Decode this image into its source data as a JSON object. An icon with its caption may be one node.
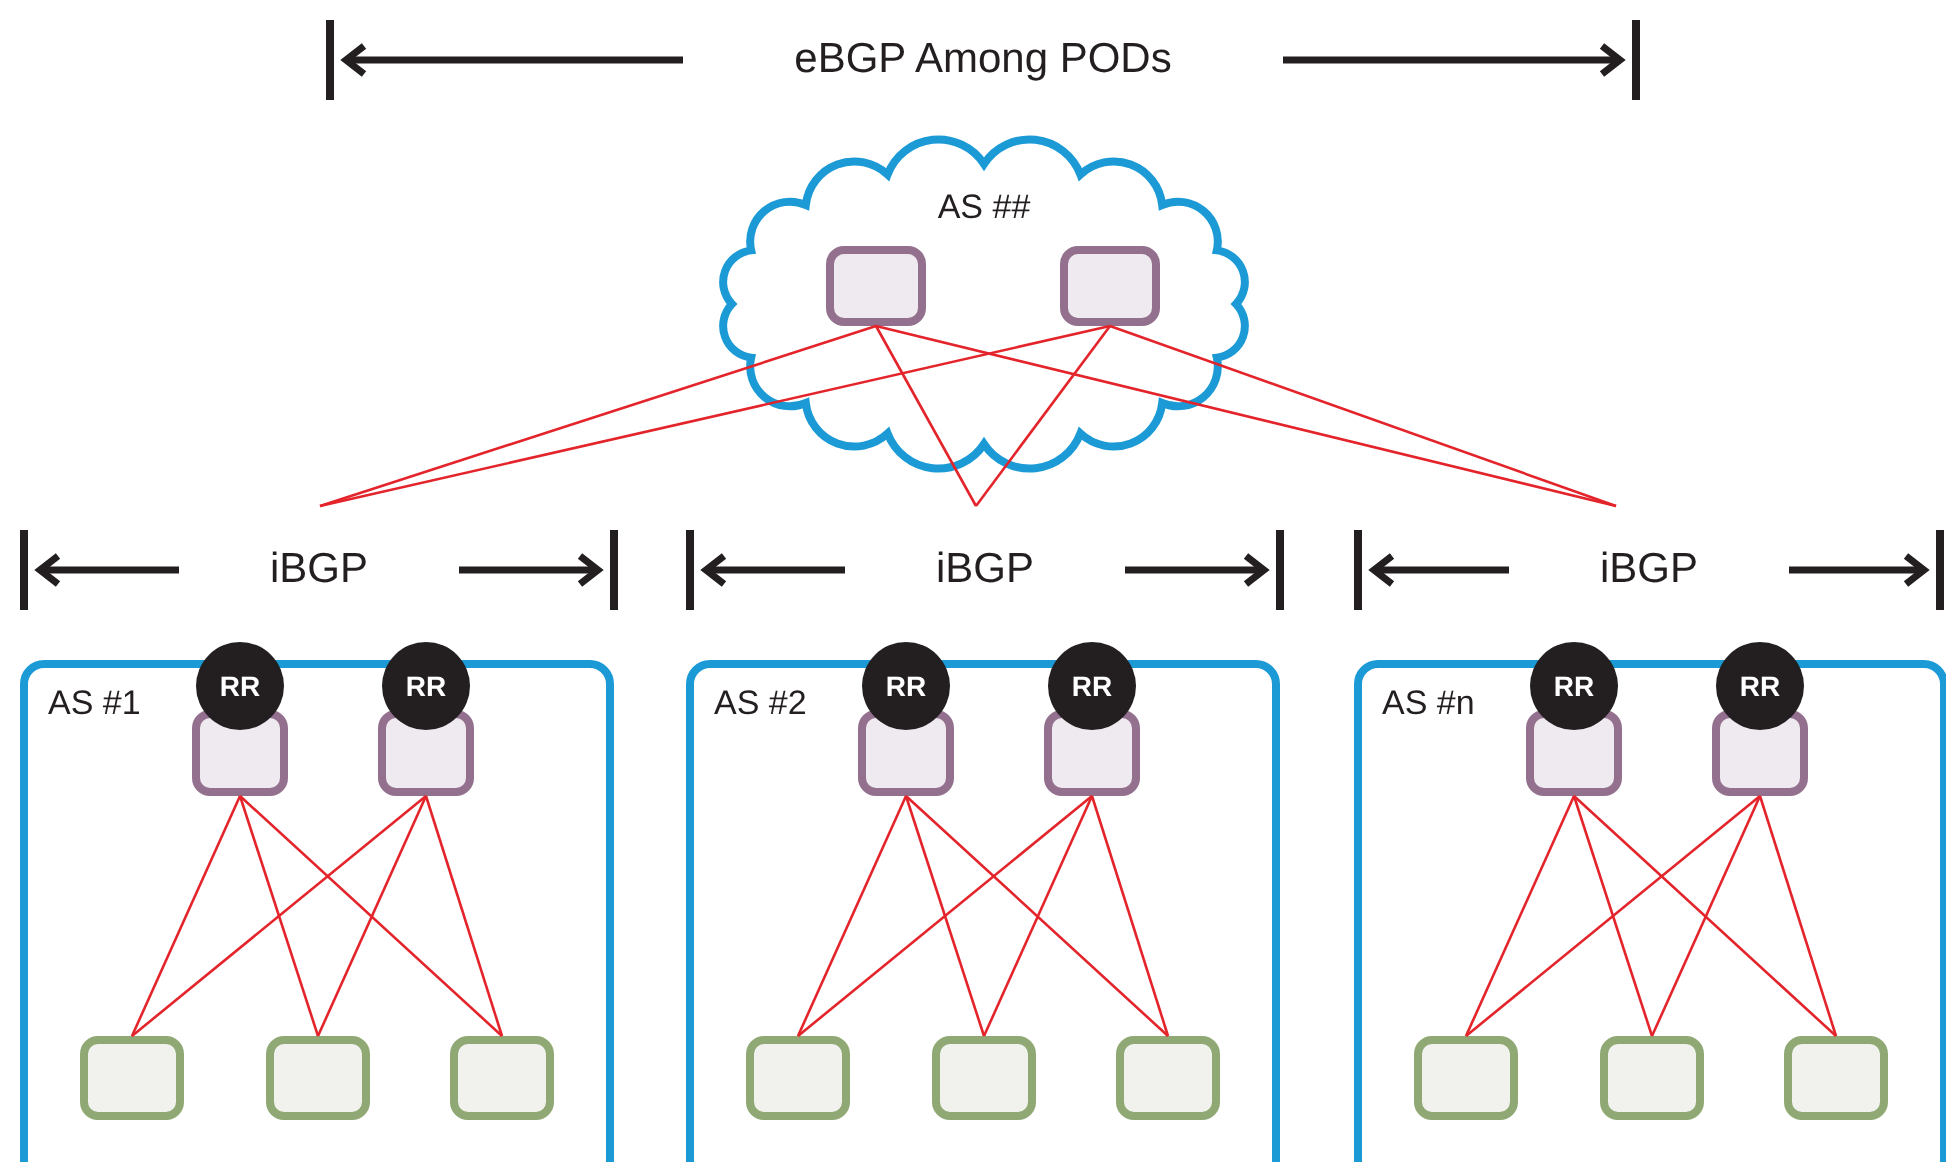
{
  "diagram": {
    "nodes": [
      {
        "text": [
          "AS ##"
        ]
      },
      {
        "text": [],
        "shape": "box",
        "in": 0
      },
      {
        "text": [],
        "shape": "box",
        "in": 0
      },
      {
        "text": [
          "AS #1"
        ]
      },
      {
        "text": [
          "RR"
        ],
        "in": 3
      },
      {
        "text": [
          "RR"
        ],
        "in": 3
      },
      {
        "text": [],
        "shape": "box",
        "in": 3
      },
      {
        "text": [],
        "shape": "box",
        "in": 3
      },
      {
        "text": [],
        "shape": "box",
        "in": 3
      },
      {
        "text": [],
        "shape": "box",
        "in": 3
      },
      {
        "text": [],
        "shape": "box",
        "in": 3
      },
      {
        "text": [
          "AS #2"
        ]
      },
      {
        "text": [
          "RR"
        ],
        "in": 11
      },
      {
        "text": [
          "RR"
        ],
        "in": 11
      },
      {
        "text": [],
        "shape": "box",
        "in": 11
      },
      {
        "text": [],
        "shape": "box",
        "in": 11
      },
      {
        "text": [],
        "shape": "box",
        "in": 11
      },
      {
        "text": [],
        "shape": "box",
        "in": 11
      },
      {
        "text": [],
        "shape": "box",
        "in": 11
      },
      {
        "text": [
          "AS #n"
        ]
      },
      {
        "text": [
          "RR"
        ],
        "in": 19
      },
      {
        "text": [
          "RR"
        ],
        "in": 19
      },
      {
        "text": [],
        "shape": "box",
        "in": 19
      },
      {
        "text": [],
        "shape": "box",
        "in": 19
      },
      {
        "text": [],
        "shape": "box",
        "in": 19
      },
      {
        "text": [],
        "shape": "box",
        "in": 19
      },
      {
        "text": [],
        "shape": "box",
        "in": 19
      }
    ],
    "edges": [
      {
        "from": 1,
        "to": null,
        "arrow": "none"
      },
      {
        "from": 1,
        "to": null,
        "arrow": "none"
      },
      {
        "from": 1,
        "to": null,
        "arrow": "none"
      },
      {
        "from": 2,
        "to": null,
        "arrow": "none"
      },
      {
        "from": 2,
        "to": null,
        "arrow": "none"
      },
      {
        "from": 2,
        "to": null,
        "arrow": "none"
      },
      {
        "from": 6,
        "to": 8,
        "arrow": "none"
      },
      {
        "from": 6,
        "to": 9,
        "arrow": "none"
      },
      {
        "from": 6,
        "to": 10,
        "arrow": "none"
      },
      {
        "from": 7,
        "to": 8,
        "arrow": "none"
      },
      {
        "from": 7,
        "to": 9,
        "arrow": "none"
      },
      {
        "from": 7,
        "to": 10,
        "arrow": "none"
      },
      {
        "from": 14,
        "to": 16,
        "arrow": "none"
      },
      {
        "from": 14,
        "to": 17,
        "arrow": "none"
      },
      {
        "from": 14,
        "to": 18,
        "arrow": "none"
      },
      {
        "from": 15,
        "to": 16,
        "arrow": "none"
      },
      {
        "from": 15,
        "to": 17,
        "arrow": "none"
      },
      {
        "from": 15,
        "to": 18,
        "arrow": "none"
      },
      {
        "from": 22,
        "to": 24,
        "arrow": "none"
      },
      {
        "from": 22,
        "to": 25,
        "arrow": "none"
      },
      {
        "from": 22,
        "to": 26,
        "arrow": "none"
      },
      {
        "from": 23,
        "to": 24,
        "arrow": "none"
      },
      {
        "from": 23,
        "to": 25,
        "arrow": "none"
      },
      {
        "from": 23,
        "to": 26,
        "arrow": "none"
      }
    ],
    "labels": [
      "eBGP Among PODs",
      "iBGP",
      "iBGP",
      "iBGP"
    ]
  }
}
